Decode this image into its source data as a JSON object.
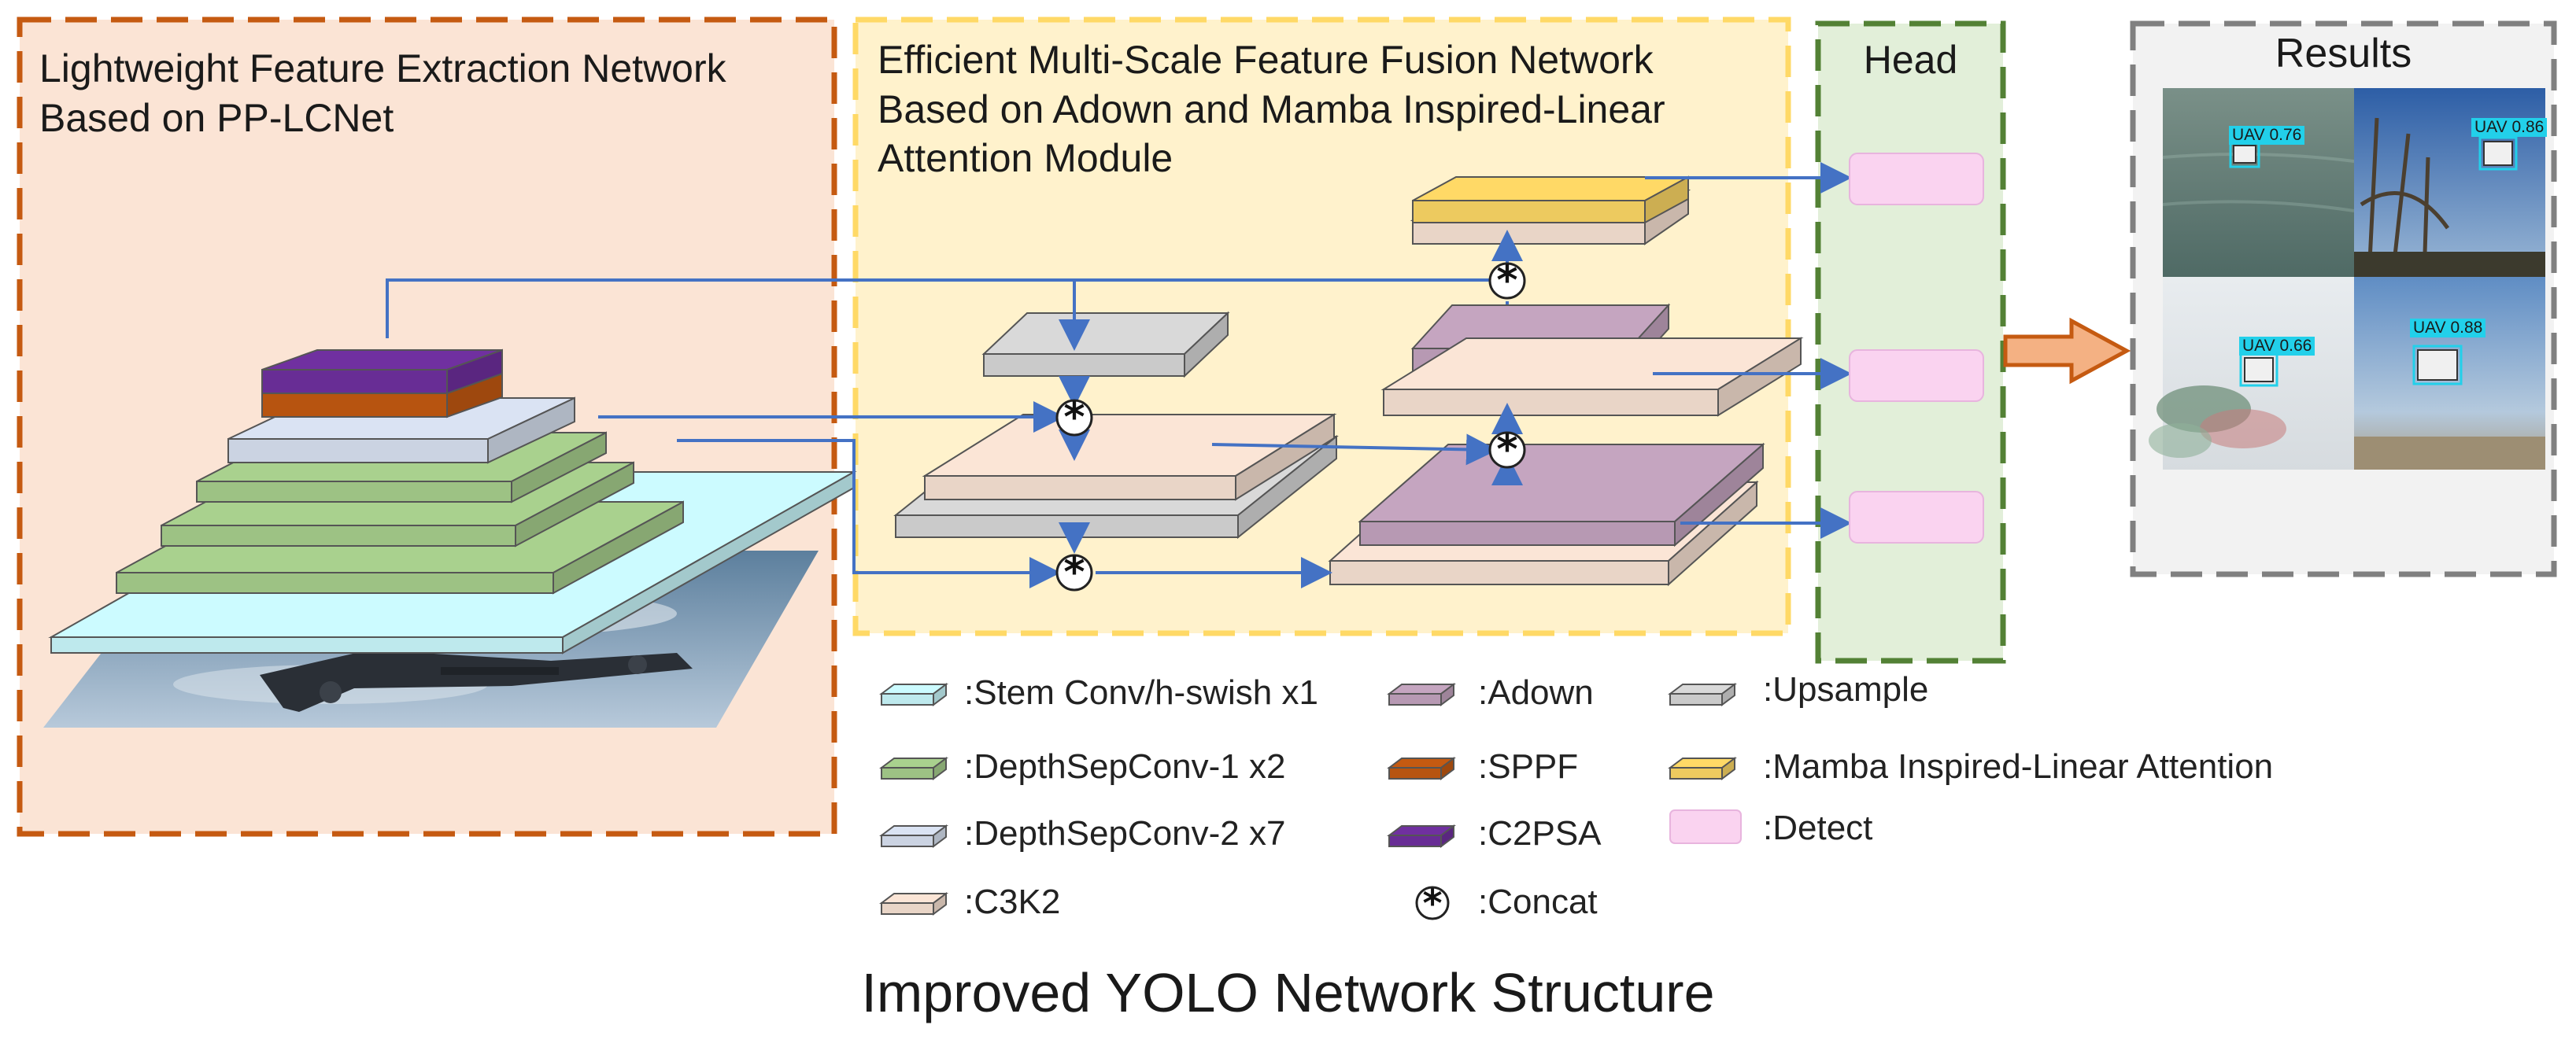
{
  "caption": "Improved YOLO Network Structure",
  "panels": {
    "extraction": {
      "title_lines": [
        "Lightweight Feature Extraction Network",
        "Based on PP-LCNet"
      ]
    },
    "fusion": {
      "title_lines": [
        "Efficient Multi-Scale Feature Fusion Network",
        "Based on Adown and Mamba Inspired-Linear",
        "Attention Module"
      ]
    },
    "head": {
      "title": "Head"
    },
    "results": {
      "title": "Results"
    }
  },
  "detections": [
    {
      "label": "UAV 0.76"
    },
    {
      "label": "UAV 0.86"
    },
    {
      "label": "UAV 0.66"
    },
    {
      "label": "UAV 0.88"
    }
  ],
  "legend": [
    {
      "key": "stem",
      "label": ":Stem Conv/h-swish x1"
    },
    {
      "key": "dsc1",
      "label": ":DepthSepConv-1 x2"
    },
    {
      "key": "dsc2",
      "label": ":DepthSepConv-2 x7"
    },
    {
      "key": "c3k2",
      "label": " :C3K2"
    },
    {
      "key": "adown",
      "label": ":Adown"
    },
    {
      "key": "sppf",
      "label": ":SPPF"
    },
    {
      "key": "c2psa",
      "label": ":C2PSA"
    },
    {
      "key": "concat",
      "label": ":Concat"
    },
    {
      "key": "upsample",
      "label": ":Upsample"
    },
    {
      "key": "mamba",
      "label": ":Mamba Inspired-Linear Attention"
    },
    {
      "key": "detect",
      "label": ":Detect"
    }
  ],
  "colors": {
    "extraction_bg": "#fbe4d5",
    "extraction_border": "#c55a11",
    "fusion_bg": "#fff2cc",
    "fusion_border": "#ffd966",
    "head_bg": "#e2efd9",
    "head_border": "#538135",
    "results_bg": "#f2f2f2",
    "results_border": "#808080",
    "arrow": "#4472c4",
    "big_arrow_fill": "#f4b183",
    "big_arrow_stroke": "#c55a11",
    "stem": "#ccfbff",
    "dsc1": "#a9d18e",
    "dsc2": "#dae3f3",
    "c3k2": "#fbe5d6",
    "adown": "#c5a5c0",
    "sppf": "#c55a11",
    "c2psa": "#7030a0",
    "upsample": "#d9d9d9",
    "mamba": "#ffd966",
    "detect": "#fad3f0",
    "det_box": "#22d0ea"
  }
}
